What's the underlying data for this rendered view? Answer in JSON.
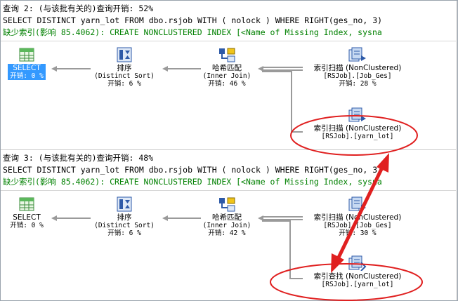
{
  "query1": {
    "header": "查询 2: (与该批有关的)查询开销: 52%",
    "sql": "SELECT DISTINCT yarn_lot FROM dbo.rsjob WITH ( nolock ) WHERE RIGHT(ges_no, 3)",
    "missing_index": "缺少索引(影响 85.4062): CREATE NONCLUSTERED INDEX [<Name of Missing Index, sysna",
    "nodes": {
      "select": {
        "label": "SELECT",
        "cost": "开销: 0 %"
      },
      "sort": {
        "label": "排序",
        "sub": "(Distinct Sort)",
        "cost": "开销: 6 %"
      },
      "hash": {
        "label": "哈希匹配",
        "sub": "(Inner Join)",
        "cost": "开销: 46 %"
      },
      "scan1": {
        "label": "索引扫描 (NonClustered)",
        "sub": "[RSJob].[Job_Ges]",
        "cost": "开销: 28 %"
      },
      "scan2": {
        "label": "索引扫描 (NonClustered)",
        "sub": "[RSJob].[yarn_lot]"
      }
    }
  },
  "query2": {
    "header": "查询 3: (与该批有关的)查询开销: 48%",
    "sql": "SELECT DISTINCT yarn_lot FROM dbo.rsjob WITH ( nolock ) WHERE RIGHT(ges_no, 3)",
    "missing_index": "缺少索引(影响 85.4062): CREATE NONCLUSTERED INDEX [<Name of Missing Index, sysna",
    "nodes": {
      "select": {
        "label": "SELECT",
        "cost": "开销: 0 %"
      },
      "sort": {
        "label": "排序",
        "sub": "(Distinct Sort)",
        "cost": "开销: 6 %"
      },
      "hash": {
        "label": "哈希匹配",
        "sub": "(Inner Join)",
        "cost": "开销: 42 %"
      },
      "scan1": {
        "label": "索引扫描 (NonClustered)",
        "sub": "[RSJob].[Job_Ges]",
        "cost": "开销: 30 %"
      },
      "seek": {
        "label": "索引查找 (NonClustered)",
        "sub": "[RSJob].[yarn_lot]"
      }
    }
  },
  "colors": {
    "selection": "#3399ff",
    "missing_index_text": "#008000",
    "annotation": "#e02020",
    "connector": "#9a9a9a"
  },
  "icons": {
    "select": "select-grid-icon",
    "sort": "sort-icon",
    "hash": "hash-match-icon",
    "scan": "index-scan-icon",
    "seek": "index-seek-icon"
  }
}
